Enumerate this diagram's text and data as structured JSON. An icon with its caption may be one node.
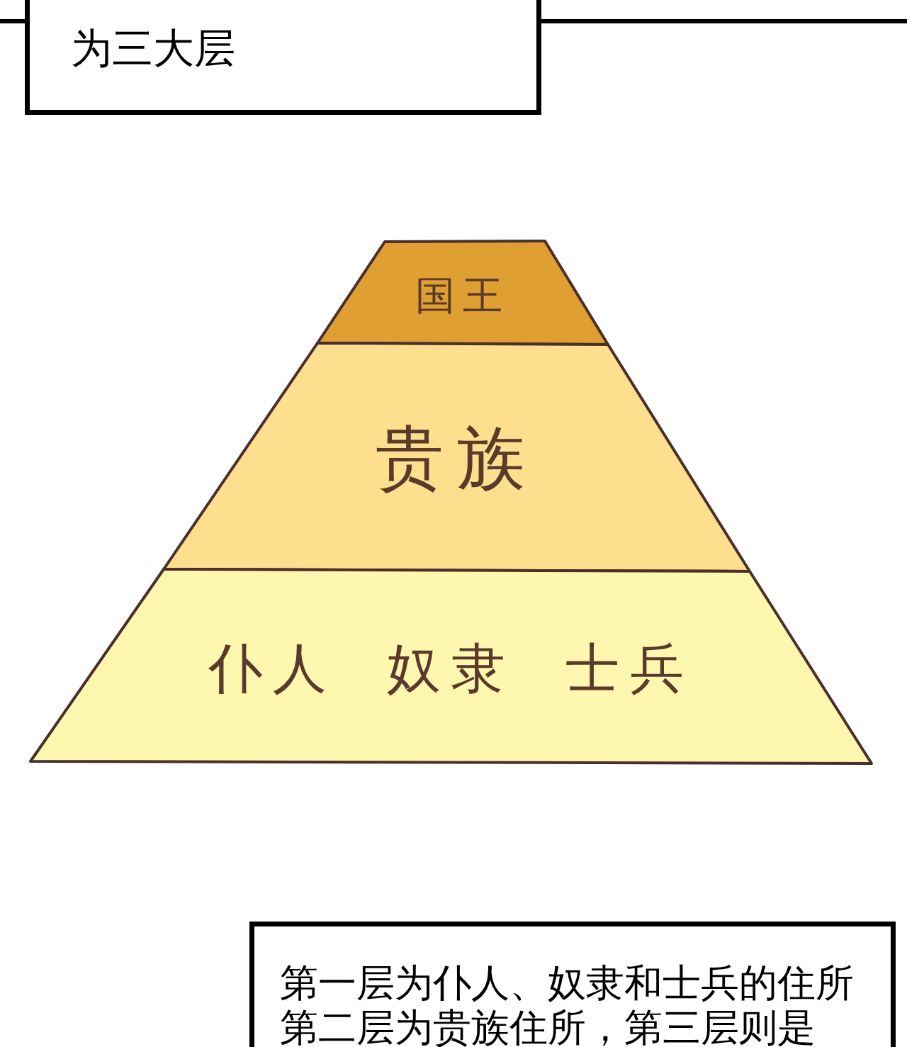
{
  "diagram": {
    "nodes": [
      {
        "text": [
          "为三大层"
        ]
      },
      {
        "text": [
          "国王"
        ]
      },
      {
        "text": [
          "贵族"
        ]
      },
      {
        "text": [
          "仆人",
          "奴隶",
          "士兵"
        ]
      },
      {
        "text": [
          "第一层为仆人、奴隶和士兵的住所第二层为贵族住所，第三层则是"
        ]
      }
    ]
  }
}
